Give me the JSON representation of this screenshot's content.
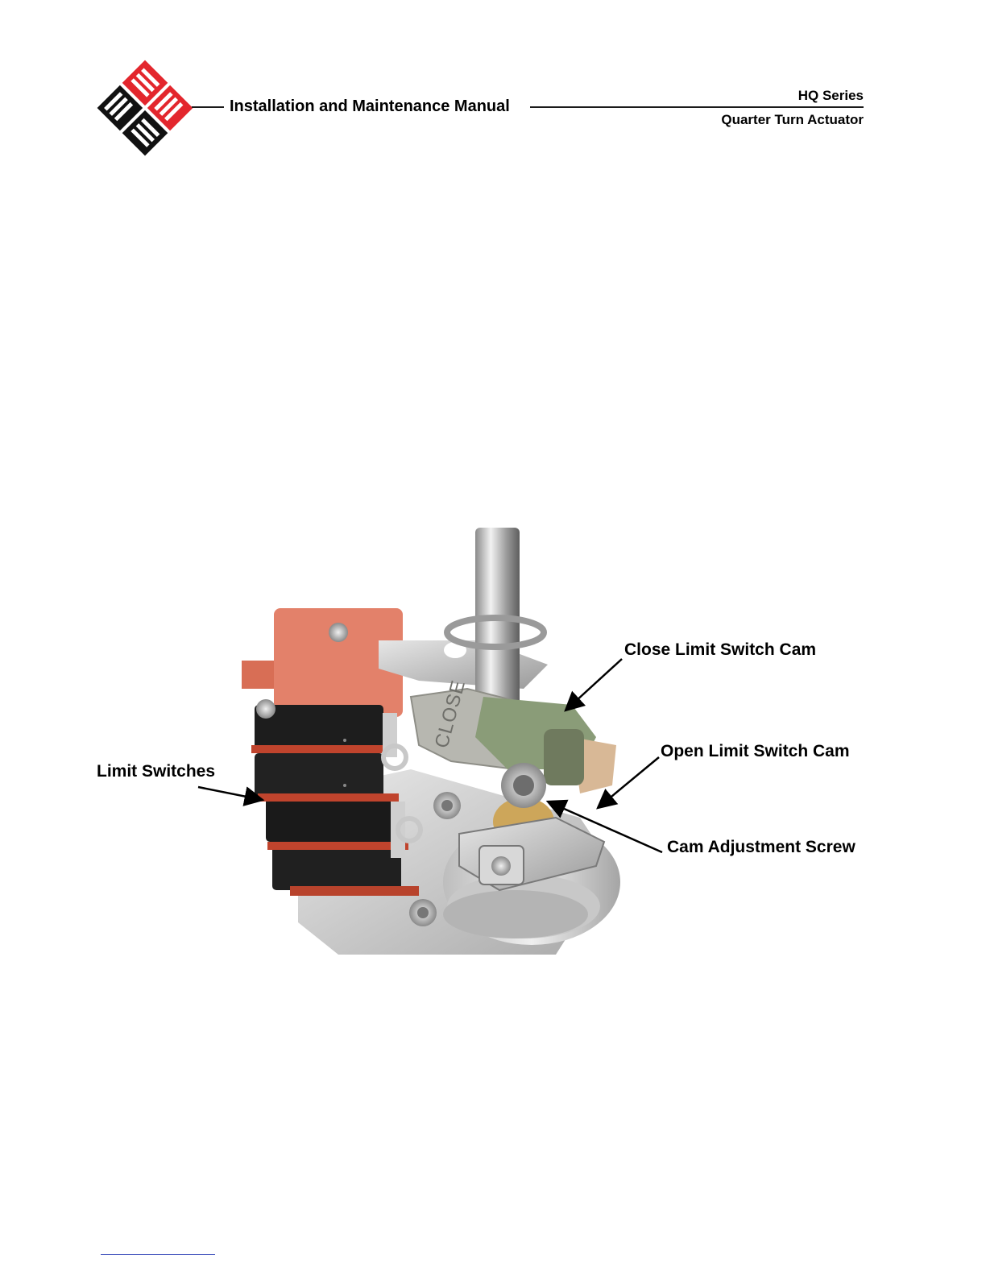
{
  "header": {
    "manual_title": "Installation and Maintenance Manual",
    "series": "HQ Series",
    "product": "Quarter Turn Actuator",
    "logo_icon": "eim-diamond-logo",
    "colors": {
      "logo_red": "#e3262d",
      "logo_black": "#111111"
    }
  },
  "figure": {
    "photo_icon": "limit-switch-assembly-photo",
    "engraved_text": "CLOSE",
    "callouts": {
      "close_cam": "Close Limit Switch Cam",
      "open_cam": "Open Limit Switch Cam",
      "adjust_screw": "Cam Adjustment Screw",
      "limit_switches": "Limit Switches"
    }
  }
}
